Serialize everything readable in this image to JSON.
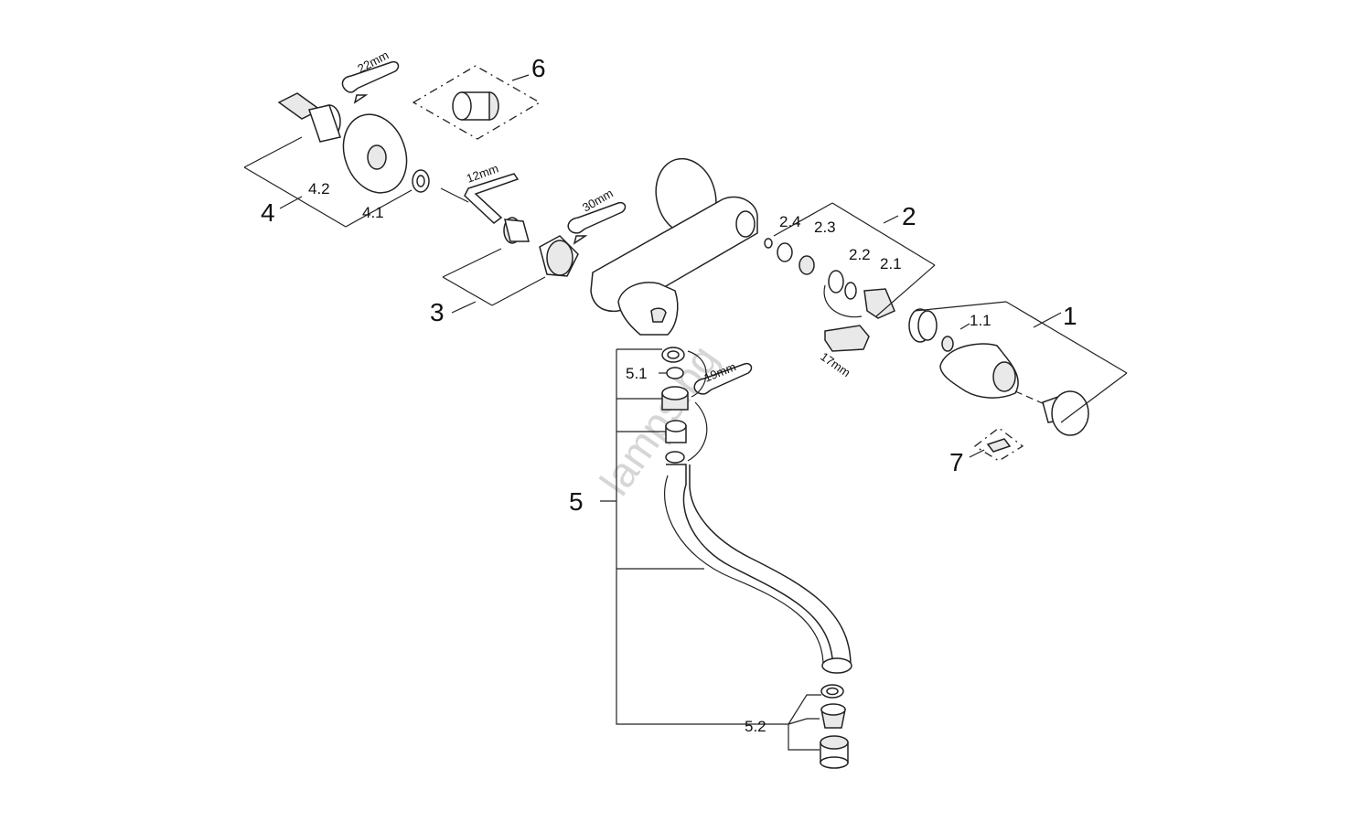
{
  "callouts": {
    "n1": "1",
    "n1_1": "1.1",
    "n2": "2",
    "n2_1": "2.1",
    "n2_2": "2.2",
    "n2_3": "2.3",
    "n2_4": "2.4",
    "n3": "3",
    "n4": "4",
    "n4_1": "4.1",
    "n4_2": "4.2",
    "n5": "5",
    "n5_1": "5.1",
    "n5_2": "5.2",
    "n6": "6",
    "n7": "7"
  },
  "tools": {
    "t22": "22mm",
    "t12": "12mm",
    "t30": "30mm",
    "t19": "19mm",
    "t17": "17mm"
  },
  "watermark": "lamps.bg"
}
